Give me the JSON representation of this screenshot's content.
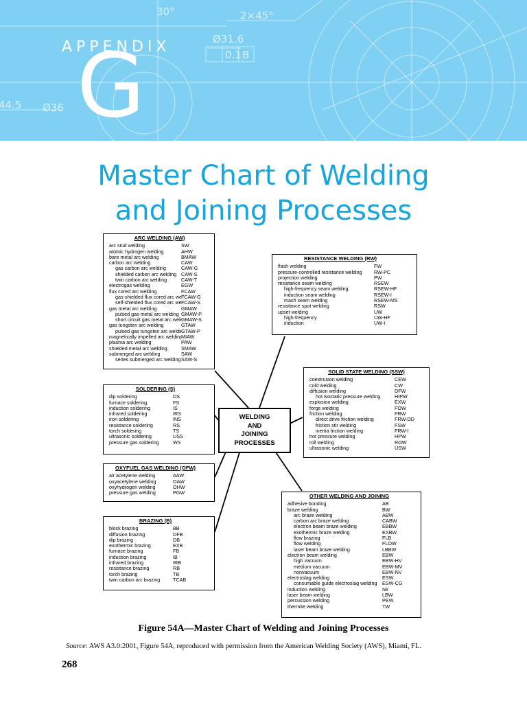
{
  "banner": {
    "appendix_word": "APPENDIX",
    "appendix_letter": "G",
    "drawing_labels": [
      "30°",
      "2×45°",
      "Ø31.6",
      "0.1",
      "B",
      "44.5",
      "Ø36"
    ]
  },
  "title": {
    "line1": "Master Chart of Welding",
    "line2": "and Joining Processes"
  },
  "center": {
    "lines": [
      "WELDING",
      "AND",
      "JOINING",
      "PROCESSES"
    ]
  },
  "arc": {
    "title": "ARC WELDING (AW)",
    "rows": [
      {
        "name": "arc stud welding",
        "code": "SW",
        "indent": 0
      },
      {
        "name": "atomic hydrogen welding",
        "code": "AHW",
        "indent": 0
      },
      {
        "name": "bare metal arc welding",
        "code": "BMAW",
        "indent": 0
      },
      {
        "name": "carbon arc welding",
        "code": "CAW",
        "indent": 0
      },
      {
        "name": "gas carbon arc welding",
        "code": "CAW-G",
        "indent": 1
      },
      {
        "name": "shielded carbon arc welding",
        "code": "CAW-S",
        "indent": 1
      },
      {
        "name": "twin carbon arc welding",
        "code": "CAW-T",
        "indent": 1
      },
      {
        "name": "electrogas welding",
        "code": "EGW",
        "indent": 0
      },
      {
        "name": "flux cored arc welding",
        "code": "FCAW",
        "indent": 0
      },
      {
        "name": "gas-shielded flux cored arc welding",
        "code": "FCAW-G",
        "indent": 1
      },
      {
        "name": "self-shielded flux cored arc welding",
        "code": "FCAW-S",
        "indent": 1
      },
      {
        "name": "gas metal arc welding",
        "code": "GMAW",
        "indent": 0
      },
      {
        "name": "pulsed gas metal arc welding",
        "code": "GMAW-P",
        "indent": 1
      },
      {
        "name": "short circuit gas metal arc welding",
        "code": "GMAW-S",
        "indent": 1
      },
      {
        "name": "gas tungsten arc welding",
        "code": "GTAW",
        "indent": 0
      },
      {
        "name": "pulsed gas tungsten arc welding",
        "code": "GTAW-P",
        "indent": 1
      },
      {
        "name": "magnetically impelled arc welding",
        "code": "MIAW",
        "indent": 0
      },
      {
        "name": "plasma arc welding",
        "code": "PAW",
        "indent": 0
      },
      {
        "name": "shielded metal arc welding",
        "code": "SMAW",
        "indent": 0
      },
      {
        "name": "submerged arc welding",
        "code": "SAW",
        "indent": 0
      },
      {
        "name": "series submerged arc welding",
        "code": "SAW-S",
        "indent": 1
      }
    ]
  },
  "resistance": {
    "title": "RESISTANCE WELDING (RW)",
    "rows": [
      {
        "name": "flash welding",
        "code": "FW",
        "indent": 0
      },
      {
        "name": "pressure-controlled resistance welding",
        "code": "RW-PC",
        "indent": 0
      },
      {
        "name": "projection welding",
        "code": "PW",
        "indent": 0
      },
      {
        "name": "resistance seam welding",
        "code": "RSEW",
        "indent": 0
      },
      {
        "name": "high-frequency seam welding",
        "code": "RSEW-HF",
        "indent": 1
      },
      {
        "name": "induction seam welding",
        "code": "RSEW-I",
        "indent": 1
      },
      {
        "name": "mash seam welding",
        "code": "RSEW-MS",
        "indent": 1
      },
      {
        "name": "resistance spot welding",
        "code": "RSW",
        "indent": 0
      },
      {
        "name": "upset welding",
        "code": "UW",
        "indent": 0
      },
      {
        "name": "high-frequency",
        "code": "UW-HF",
        "indent": 1
      },
      {
        "name": "induction",
        "code": "UW-I",
        "indent": 1
      }
    ]
  },
  "soldering": {
    "title": "SOLDERING (S)",
    "rows": [
      {
        "name": "dip soldering",
        "code": "DS",
        "indent": 0
      },
      {
        "name": "furnace soldering",
        "code": "FS",
        "indent": 0
      },
      {
        "name": "induction soldering",
        "code": "IS",
        "indent": 0
      },
      {
        "name": "infrared soldering",
        "code": "IRS",
        "indent": 0
      },
      {
        "name": "iron soldering",
        "code": "INS",
        "indent": 0
      },
      {
        "name": "resistance soldering",
        "code": "RS",
        "indent": 0
      },
      {
        "name": "torch soldering",
        "code": "TS",
        "indent": 0
      },
      {
        "name": "ultrasonic soldering",
        "code": "USS",
        "indent": 0
      },
      {
        "name": "pressure gas soldering",
        "code": "WS",
        "indent": 0
      }
    ]
  },
  "solid": {
    "title": "SOLID STATE WELDING (SSW)",
    "rows": [
      {
        "name": "coextrusion welding",
        "code": "CEW",
        "indent": 0
      },
      {
        "name": "cold welding",
        "code": "CW",
        "indent": 0
      },
      {
        "name": "diffusion welding",
        "code": "DFW",
        "indent": 0
      },
      {
        "name": "hot isostatic pressure welding",
        "code": "HIPW",
        "indent": 1
      },
      {
        "name": "explosion welding",
        "code": "EXW",
        "indent": 0
      },
      {
        "name": "forge welding",
        "code": "FOW",
        "indent": 0
      },
      {
        "name": "friction welding",
        "code": "FRW",
        "indent": 0
      },
      {
        "name": "direct drive friction welding",
        "code": "FRW-DD",
        "indent": 1
      },
      {
        "name": "friction stir welding",
        "code": "FSW",
        "indent": 1
      },
      {
        "name": "inertia friction welding",
        "code": "FRW-I",
        "indent": 1
      },
      {
        "name": "hot pressure welding",
        "code": "HPW",
        "indent": 0
      },
      {
        "name": "roll welding",
        "code": "ROW",
        "indent": 0
      },
      {
        "name": "ultrasonic welding",
        "code": "USW",
        "indent": 0
      }
    ]
  },
  "oxyfuel": {
    "title": "OXYFUEL GAS WELDING (OFW)",
    "rows": [
      {
        "name": "air acetylene welding",
        "code": "AAW",
        "indent": 0
      },
      {
        "name": "oxyacetylene welding",
        "code": "OAW",
        "indent": 0
      },
      {
        "name": "oxyhydrogen welding",
        "code": "OHW",
        "indent": 0
      },
      {
        "name": "pressure gas welding",
        "code": "PGW",
        "indent": 0
      }
    ]
  },
  "brazing": {
    "title": "BRAZING (B)",
    "rows": [
      {
        "name": "block brazing",
        "code": "BB",
        "indent": 0
      },
      {
        "name": "diffusion brazing",
        "code": "DFB",
        "indent": 0
      },
      {
        "name": "dip brazing",
        "code": "DB",
        "indent": 0
      },
      {
        "name": "exothermic brazing",
        "code": "EXB",
        "indent": 0
      },
      {
        "name": "furnace brazing",
        "code": "FB",
        "indent": 0
      },
      {
        "name": "induction brazing",
        "code": "IB",
        "indent": 0
      },
      {
        "name": "infrared brazing",
        "code": "IRB",
        "indent": 0
      },
      {
        "name": "resistance brazing",
        "code": "RB",
        "indent": 0
      },
      {
        "name": "torch brazing",
        "code": "TB",
        "indent": 0
      },
      {
        "name": "twin carbon arc brazing",
        "code": "TCAB",
        "indent": 0
      }
    ]
  },
  "other": {
    "title": "OTHER WELDING AND JOINING",
    "rows": [
      {
        "name": "adhesive bonding",
        "code": "AB",
        "indent": 0
      },
      {
        "name": "braze welding",
        "code": "BW",
        "indent": 0
      },
      {
        "name": "arc braze welding",
        "code": "ABW",
        "indent": 1
      },
      {
        "name": "carbon arc braze welding",
        "code": "CABW",
        "indent": 1
      },
      {
        "name": "electron beam braze welding",
        "code": "EBBW",
        "indent": 1
      },
      {
        "name": "exothermic braze welding",
        "code": "EXBW",
        "indent": 1
      },
      {
        "name": "flow brazing",
        "code": "FLB",
        "indent": 1
      },
      {
        "name": "flow welding",
        "code": "FLOW",
        "indent": 1
      },
      {
        "name": "laser beam braze welding",
        "code": "LBBW",
        "indent": 1
      },
      {
        "name": "electron beam welding",
        "code": "EBW",
        "indent": 0
      },
      {
        "name": "high vacuum",
        "code": "EBW-HV",
        "indent": 1
      },
      {
        "name": "medium vacuum",
        "code": "EBW-MV",
        "indent": 1
      },
      {
        "name": "nonvacuum",
        "code": "EBW-NV",
        "indent": 1
      },
      {
        "name": "electroslag welding",
        "code": "ESW",
        "indent": 0
      },
      {
        "name": "consumable guide electroslag welding",
        "code": "ESW-CG",
        "indent": 1
      },
      {
        "name": "induction welding",
        "code": "IW",
        "indent": 0
      },
      {
        "name": "laser beam welding",
        "code": "LBW",
        "indent": 0
      },
      {
        "name": "percussion welding",
        "code": "PEW",
        "indent": 0
      },
      {
        "name": "thermite welding",
        "code": "TW",
        "indent": 0
      }
    ]
  },
  "caption": "Figure 54A—Master Chart of Welding and Joining Processes",
  "source": {
    "label": "Source",
    "text": ": AWS A3.0:2001, Figure 54A, reproduced with permission from the American Welding Society (AWS), Miami, FL."
  },
  "page_number": "268"
}
